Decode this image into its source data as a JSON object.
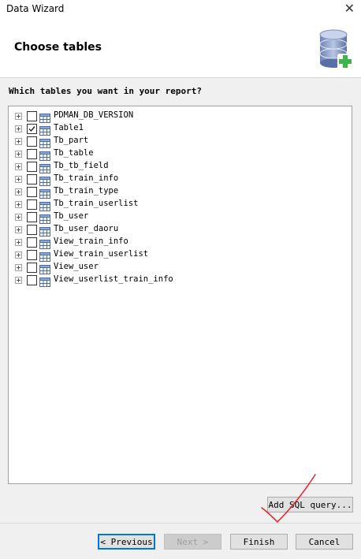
{
  "window": {
    "title": "Data Wizard",
    "close_glyph": "✕"
  },
  "header": {
    "heading": "Choose tables",
    "icon": "database-add-icon"
  },
  "prompt": {
    "question": "Which tables you want in your report?"
  },
  "tables": [
    {
      "name": "PDMAN_DB_VERSION",
      "checked": false
    },
    {
      "name": "Table1",
      "checked": true
    },
    {
      "name": "Tb_part",
      "checked": false
    },
    {
      "name": "Tb_table",
      "checked": false
    },
    {
      "name": "Tb_tb_field",
      "checked": false
    },
    {
      "name": "Tb_train_info",
      "checked": false
    },
    {
      "name": "Tb_train_type",
      "checked": false
    },
    {
      "name": "Tb_train_userlist",
      "checked": false
    },
    {
      "name": "Tb_user",
      "checked": false
    },
    {
      "name": "Tb_user_daoru",
      "checked": false
    },
    {
      "name": "View_train_info",
      "checked": false
    },
    {
      "name": "View_train_userlist",
      "checked": false
    },
    {
      "name": "View_user",
      "checked": false
    },
    {
      "name": "View_userlist_train_info",
      "checked": false
    }
  ],
  "buttons": {
    "add_sql": "Add SQL query...",
    "previous": "< Previous",
    "next": "Next >",
    "finish": "Finish",
    "cancel": "Cancel"
  },
  "colors": {
    "focus": "#0078d7",
    "annotation": "#e8202a",
    "icon_green": "#3cb54a"
  }
}
